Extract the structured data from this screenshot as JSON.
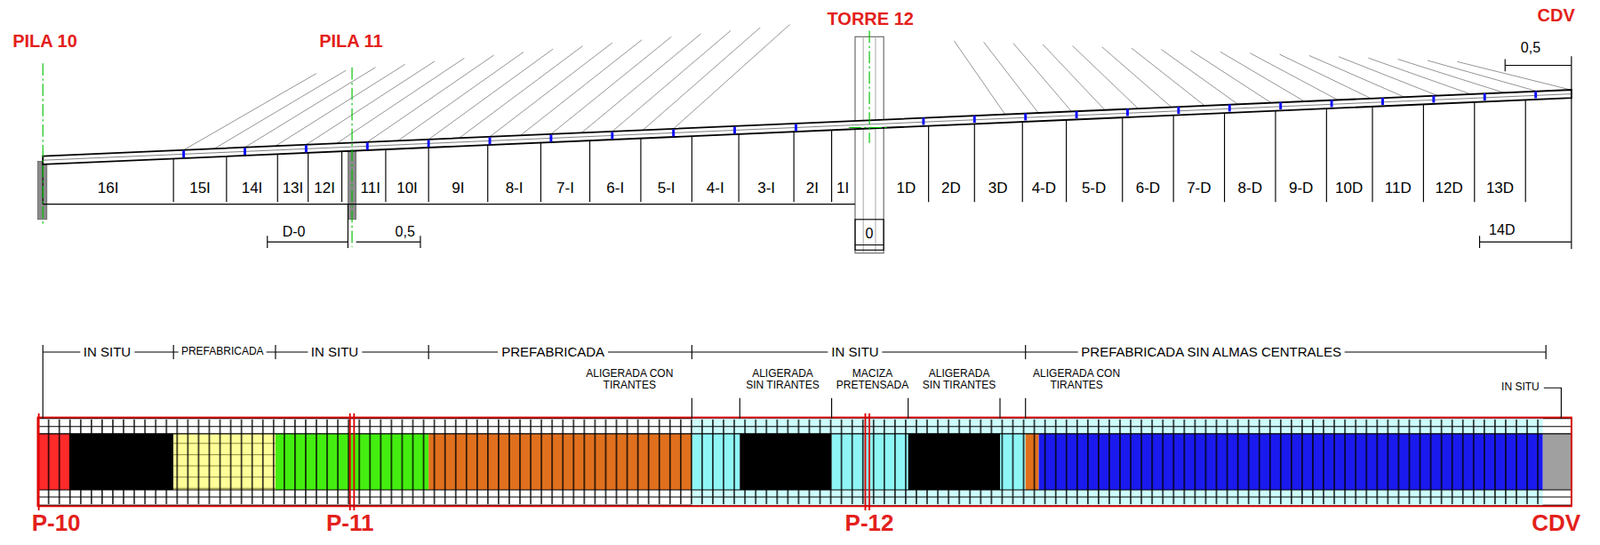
{
  "diagram": {
    "labels": [
      "PILA 10",
      "PILA 11",
      "TORRE 12",
      "CDV",
      "0,5",
      "16I",
      "15I",
      "14I",
      "13I",
      "12I",
      "11I",
      "10I",
      "9I",
      "8-I",
      "7-I",
      "6-I",
      "5-I",
      "4-I",
      "3-I",
      "2I",
      "1I",
      "1D",
      "2D",
      "3D",
      "4-D",
      "5-D",
      "6-D",
      "7-D",
      "8-D",
      "9-D",
      "10D",
      "11D",
      "12D",
      "13D",
      "D-0",
      "0,5",
      "0",
      "14D",
      "IN SITU",
      "PREFABRICADA",
      "IN SITU",
      "PREFABRICADA",
      "IN SITU",
      "PREFABRICADA SIN ALMAS CENTRALES",
      "ALIGERADA CON TIRANTES",
      "ALIGERADA SIN TIRANTES",
      "MACIZA PRETENSADA",
      "ALIGERADA SIN TIRANTES",
      "ALIGERADA CON TIRANTES",
      "IN SITU",
      "P-10",
      "P-11",
      "P-12",
      "CDV"
    ]
  }
}
